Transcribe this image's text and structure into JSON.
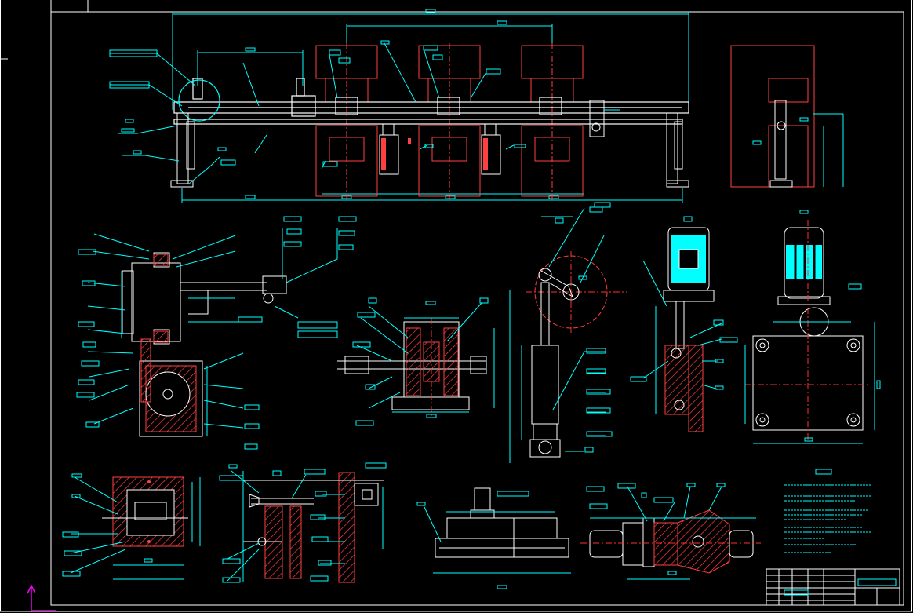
{
  "colors": {
    "background": "#000000",
    "border": "#ffffff",
    "dimension": "#00ffff",
    "section": "#ff4040",
    "hatch": "#ff4040",
    "outline": "#ffffff",
    "centerline": "#ff3030",
    "leader": "#00e5e5",
    "motor": "#00ffff",
    "ucs": "#ff00ff"
  },
  "icons": {
    "ucs": "ucs-axis-icon",
    "motor": "electric-motor-icon",
    "cylinder": "hydraulic-cylinder-icon",
    "gear": "gear-wheel-icon"
  },
  "views": [
    "main-elevation-view",
    "side-view",
    "manipulator-detail",
    "gearbox-section",
    "crank-cylinder-detail",
    "motor-drive-section",
    "motor-plan-view",
    "clamp-frame-detail",
    "guide-rail-detail",
    "cylinder-assembly",
    "shaft-coupling-detail",
    "technical-notes",
    "title-block"
  ]
}
